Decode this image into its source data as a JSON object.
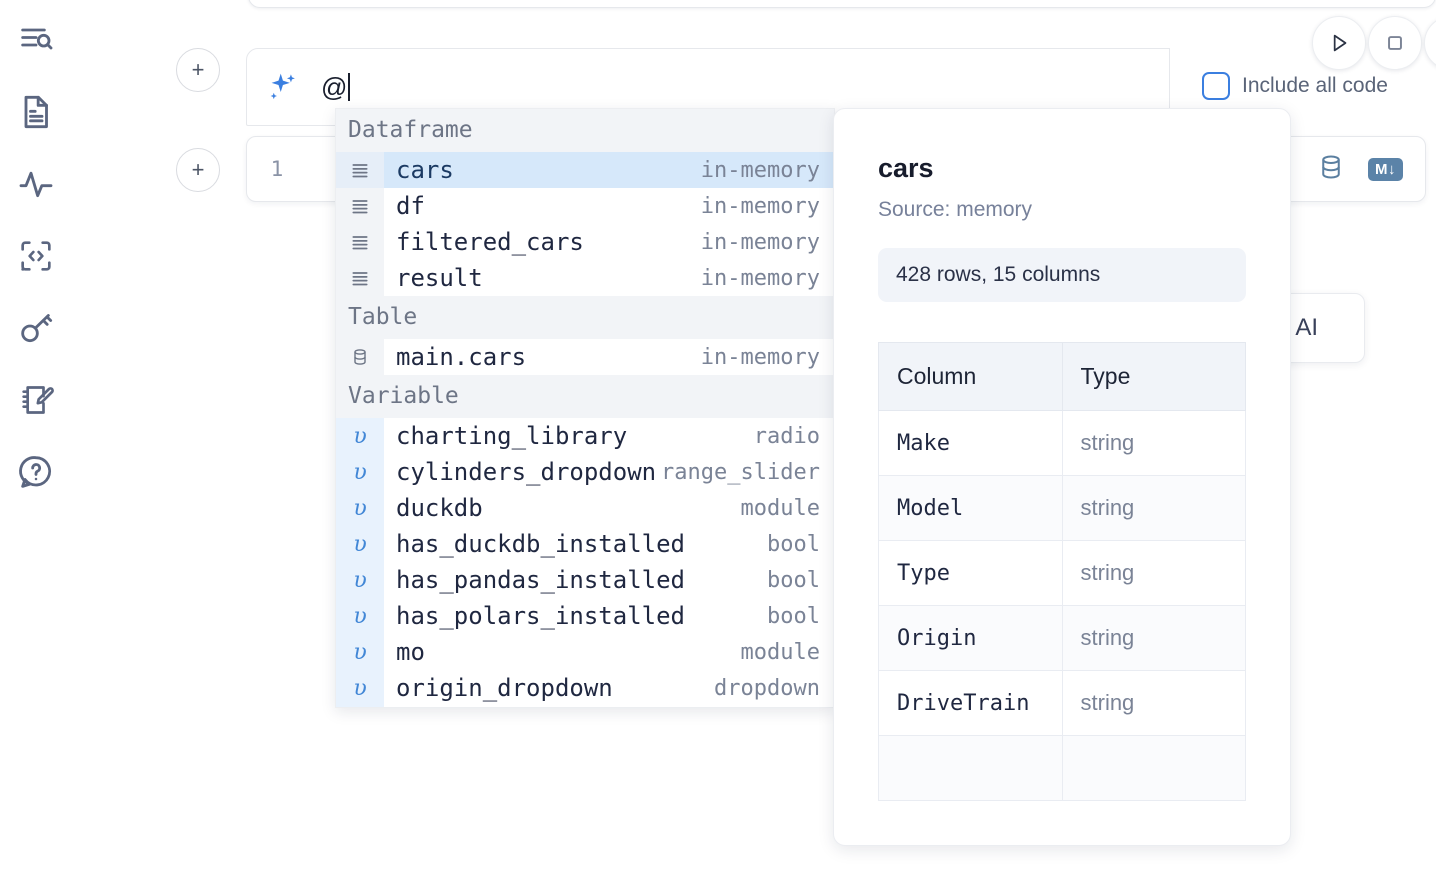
{
  "sidebar": {
    "items": [
      {
        "name": "outline-search-icon",
        "label": "Outline search"
      },
      {
        "name": "file-document-icon",
        "label": "Notebook file"
      },
      {
        "name": "activity-pulse-icon",
        "label": "Activity"
      },
      {
        "name": "code-brackets-icon",
        "label": "Snippets"
      },
      {
        "name": "key-icon",
        "label": "Secrets"
      },
      {
        "name": "notebook-edit-icon",
        "label": "Scratchpad"
      },
      {
        "name": "help-chat-icon",
        "label": "Help"
      }
    ]
  },
  "toolbar": {
    "run_label": "Run",
    "stop_label": "Stop",
    "include_all_code_label": "Include all code",
    "include_all_code_checked": false
  },
  "ai_prompt": {
    "value": "@",
    "placeholder": "",
    "sparkle_icon": "ai-sparkle-icon",
    "add_button_label": "+"
  },
  "code_cell": {
    "line_number": "1",
    "add_button_label": "+",
    "database_icon": "database-icon",
    "markdown_icon_label": "M"
  },
  "background_card": {
    "text": "h AI"
  },
  "autocomplete": {
    "groups": [
      {
        "title": "Dataframe",
        "icon": "dataframe-icon",
        "items": [
          {
            "name": "cars",
            "meta": "in-memory",
            "selected": true
          },
          {
            "name": "df",
            "meta": "in-memory",
            "selected": false
          },
          {
            "name": "filtered_cars",
            "meta": "in-memory",
            "selected": false
          },
          {
            "name": "result",
            "meta": "in-memory",
            "selected": false
          }
        ]
      },
      {
        "title": "Table",
        "icon": "table-database-icon",
        "items": [
          {
            "name": "main.cars",
            "meta": "in-memory",
            "selected": false
          }
        ]
      },
      {
        "title": "Variable",
        "icon": "variable-icon",
        "items": [
          {
            "name": "charting_library",
            "meta": "radio",
            "selected": false
          },
          {
            "name": "cylinders_dropdown",
            "meta": "range_slider",
            "selected": false
          },
          {
            "name": "duckdb",
            "meta": "module",
            "selected": false
          },
          {
            "name": "has_duckdb_installed",
            "meta": "bool",
            "selected": false
          },
          {
            "name": "has_pandas_installed",
            "meta": "bool",
            "selected": false
          },
          {
            "name": "has_polars_installed",
            "meta": "bool",
            "selected": false
          },
          {
            "name": "mo",
            "meta": "module",
            "selected": false
          },
          {
            "name": "origin_dropdown",
            "meta": "dropdown",
            "selected": false
          }
        ]
      }
    ]
  },
  "details": {
    "title": "cars",
    "source": "Source: memory",
    "stats": "428 rows, 15 columns",
    "columns_header": "Column",
    "type_header": "Type",
    "rows": [
      {
        "column": "Make",
        "type": "string"
      },
      {
        "column": "Model",
        "type": "string"
      },
      {
        "column": "Type",
        "type": "string"
      },
      {
        "column": "Origin",
        "type": "string"
      },
      {
        "column": "DriveTrain",
        "type": "string"
      }
    ]
  },
  "colors": {
    "accent_blue": "#3b7fe0",
    "selection_blue": "#d6e8fa",
    "variable_blue": "#4287d6",
    "icon_gray": "#5b6680",
    "panel_gray": "#f1f4f9"
  }
}
